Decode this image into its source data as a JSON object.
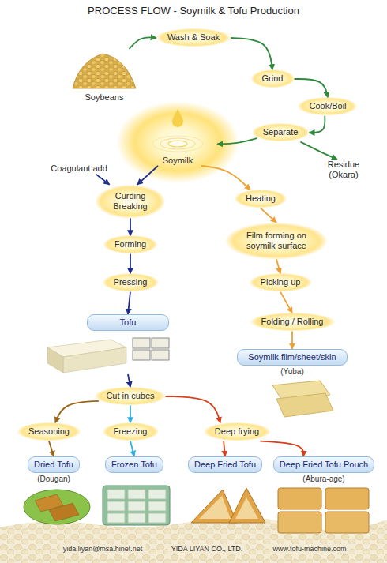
{
  "diagram": {
    "title": "PROCESS FLOW - Soymilk & Tofu Production",
    "nodes": [
      {
        "text": [
          "Soybeans"
        ]
      },
      {
        "text": [
          "Wash & Soak"
        ]
      },
      {
        "text": [
          "Grind"
        ]
      },
      {
        "text": [
          "Cook/Boil"
        ]
      },
      {
        "text": [
          "Separate"
        ]
      },
      {
        "text": [
          "Soymilk"
        ]
      },
      {
        "text": [
          "Residue",
          "(Okara)"
        ]
      },
      {
        "text": [
          "Coagulant add"
        ]
      },
      {
        "text": [
          "Curding Breaking"
        ]
      },
      {
        "text": [
          "Heating"
        ]
      },
      {
        "text": [
          "Forming"
        ]
      },
      {
        "text": [
          "Film forming on soymilk surface"
        ]
      },
      {
        "text": [
          "Pressing"
        ]
      },
      {
        "text": [
          "Picking up"
        ]
      },
      {
        "text": [
          "Folding / Rolling"
        ]
      },
      {
        "text": [
          "Tofu"
        ]
      },
      {
        "text": [
          "Soymilk film/sheet/skin",
          "(Yuba)"
        ]
      },
      {
        "text": [
          "Cut in cubes"
        ]
      },
      {
        "text": [
          "Seasoning"
        ]
      },
      {
        "text": [
          "Freezing"
        ]
      },
      {
        "text": [
          "Deep frying"
        ]
      },
      {
        "text": [
          "Dried Tofu",
          "(Dougan)"
        ]
      },
      {
        "text": [
          "Frozen Tofu"
        ]
      },
      {
        "text": [
          "Deep Fried Tofu"
        ]
      },
      {
        "text": [
          "Deep Fried Tofu Pouch",
          "(Abura-age)"
        ]
      }
    ],
    "edges": [
      {
        "from": 0,
        "to": 1,
        "arrow": "to"
      },
      {
        "from": 1,
        "to": 2,
        "arrow": "to"
      },
      {
        "from": 2,
        "to": 3,
        "arrow": "to"
      },
      {
        "from": 3,
        "to": 4,
        "arrow": "to"
      },
      {
        "from": 4,
        "to": 5,
        "arrow": "to"
      },
      {
        "from": 4,
        "to": 6,
        "arrow": "to"
      },
      {
        "from": 7,
        "to": 8,
        "arrow": "to"
      },
      {
        "from": 5,
        "to": 8,
        "arrow": "to"
      },
      {
        "from": 5,
        "to": 9,
        "arrow": "to"
      },
      {
        "from": 8,
        "to": 10,
        "arrow": "to"
      },
      {
        "from": 10,
        "to": 12,
        "arrow": "to"
      },
      {
        "from": 12,
        "to": 15,
        "arrow": "to"
      },
      {
        "from": 9,
        "to": 11,
        "arrow": "to"
      },
      {
        "from": 11,
        "to": 13,
        "arrow": "to"
      },
      {
        "from": 13,
        "to": 14,
        "arrow": "to"
      },
      {
        "from": 14,
        "to": 16,
        "arrow": "to"
      },
      {
        "from": 15,
        "to": 17,
        "arrow": "to"
      },
      {
        "from": 17,
        "to": 18,
        "arrow": "to"
      },
      {
        "from": 17,
        "to": 19,
        "arrow": "to"
      },
      {
        "from": 17,
        "to": 20,
        "arrow": "to"
      },
      {
        "from": 18,
        "to": 21,
        "arrow": "to"
      },
      {
        "from": 19,
        "to": 22,
        "arrow": "to"
      },
      {
        "from": 20,
        "to": 23,
        "arrow": "to"
      },
      {
        "from": 20,
        "to": 24,
        "arrow": "to"
      }
    ],
    "labels": [
      "yida.liyan@msa.hinet.net",
      "YIDA LIYAN CO., LTD.",
      "www.tofu-machine.com"
    ]
  }
}
